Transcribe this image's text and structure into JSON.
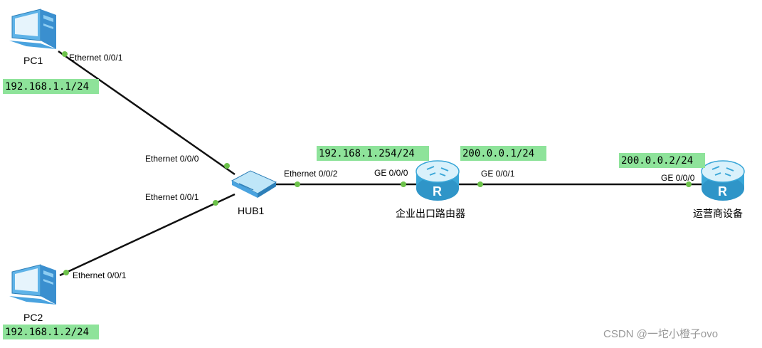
{
  "colors": {
    "link": "#111111",
    "port_dot": "#6cc24a",
    "ip_bg": "#8ee39a",
    "router_top": "#d9f1fb",
    "router_body": "#3aa7d8",
    "pc": "#4aa3df",
    "hub": "#4aa3df"
  },
  "devices": {
    "pc1": {
      "label": "PC1",
      "icon": "pc-icon"
    },
    "pc2": {
      "label": "PC2",
      "icon": "pc-icon"
    },
    "hub1": {
      "label": "HUB1",
      "icon": "hub-icon"
    },
    "r1": {
      "label": "企业出口路由器",
      "icon": "router-icon",
      "glyph": "R"
    },
    "r2": {
      "label": "运营商设备",
      "icon": "router-icon",
      "glyph": "R"
    }
  },
  "ips": {
    "pc1": "192.168.1.1/24",
    "pc2": "192.168.1.2/24",
    "r1_lan": "192.168.1.254/24",
    "r1_wan": "200.0.0.1/24",
    "r2": "200.0.0.2/24"
  },
  "ports": {
    "pc1": "Ethernet 0/0/1",
    "hub_p0": "Ethernet 0/0/0",
    "hub_p1": "Ethernet 0/0/1",
    "pc2": "Ethernet 0/0/1",
    "hub_p2": "Ethernet 0/0/2",
    "r1_g0": "GE 0/0/0",
    "r1_g1": "GE 0/0/1",
    "r2_g0": "GE 0/0/0"
  },
  "watermark": "CSDN @一坨小橙子ovo"
}
